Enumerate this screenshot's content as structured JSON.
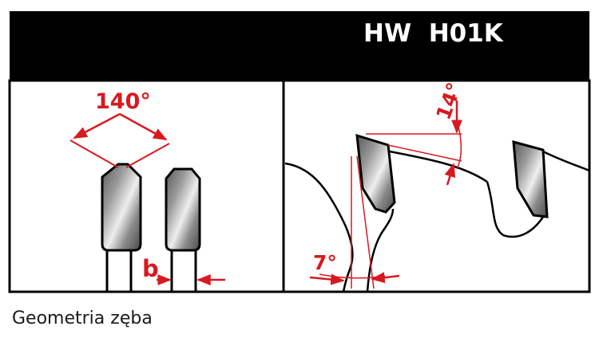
{
  "header": {
    "title": "HW  H01K"
  },
  "labels": {
    "top_angle": "140°",
    "width": "b",
    "rake_angle": "14°",
    "clearance_angle": "7°"
  },
  "caption": "Geometria zęba",
  "colors": {
    "header_bg": "#000000",
    "dimension_red": "#d71920",
    "border": "#000000"
  }
}
